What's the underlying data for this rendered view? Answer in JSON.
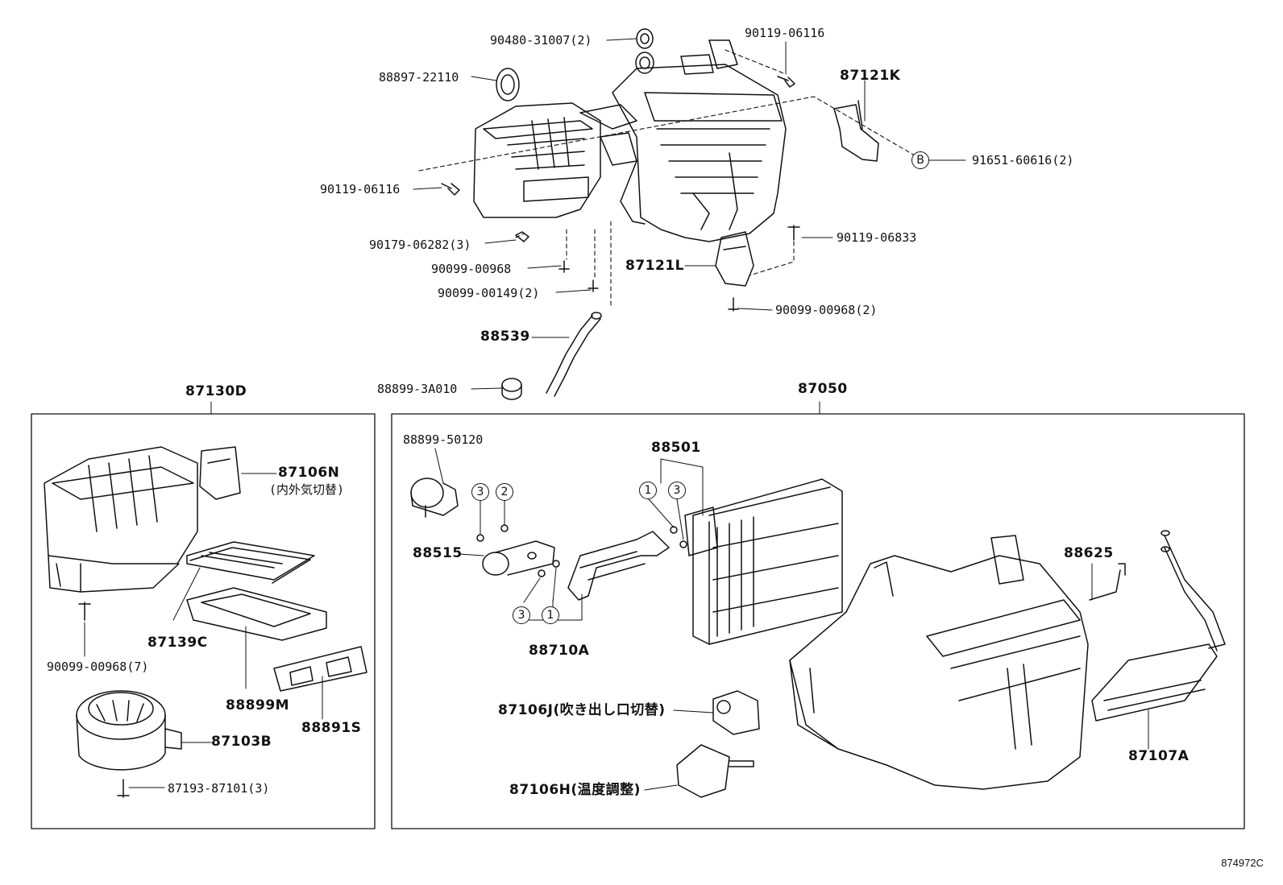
{
  "labels": {
    "p90480": "90480-31007(2)",
    "p90119_a": "90119-06116",
    "p88897": "88897-22110",
    "p87121k": "87121K",
    "p91651": "91651-60616(2)",
    "p90119_b": "90119-06116",
    "p90119_06833": "90119-06833",
    "p90179": "90179-06282(3)",
    "p90099_00968": "90099-00968",
    "p87121l": "87121L",
    "p90099_00149": "90099-00149(2)",
    "p90099_00968_2": "90099-00968(2)",
    "p88539": "88539",
    "p88899_3a010": "88899-3A010",
    "p87130d": "87130D",
    "p87050": "87050",
    "p87106n": "87106N",
    "p87106n_sub": "(内外気切替)",
    "p87139c": "87139C",
    "p90099_00968_7": "90099-00968(7)",
    "p88899m": "88899M",
    "p88891s": "88891S",
    "p87103b": "87103B",
    "p87193": "87193-87101(3)",
    "p88899_50120": "88899-50120",
    "p88501": "88501",
    "p88515": "88515",
    "p88710a": "88710A",
    "p88625": "88625",
    "p87106j": "87106J(吹き出し口切替)",
    "p87106h": "87106H(温度調整)",
    "p87107a": "87107A",
    "circle_b": "B",
    "circle_3a": "3",
    "circle_2": "2",
    "circle_1a": "1",
    "circle_3b": "3",
    "circle_3c": "3",
    "circle_1b": "1",
    "figure_id": "874972C"
  }
}
